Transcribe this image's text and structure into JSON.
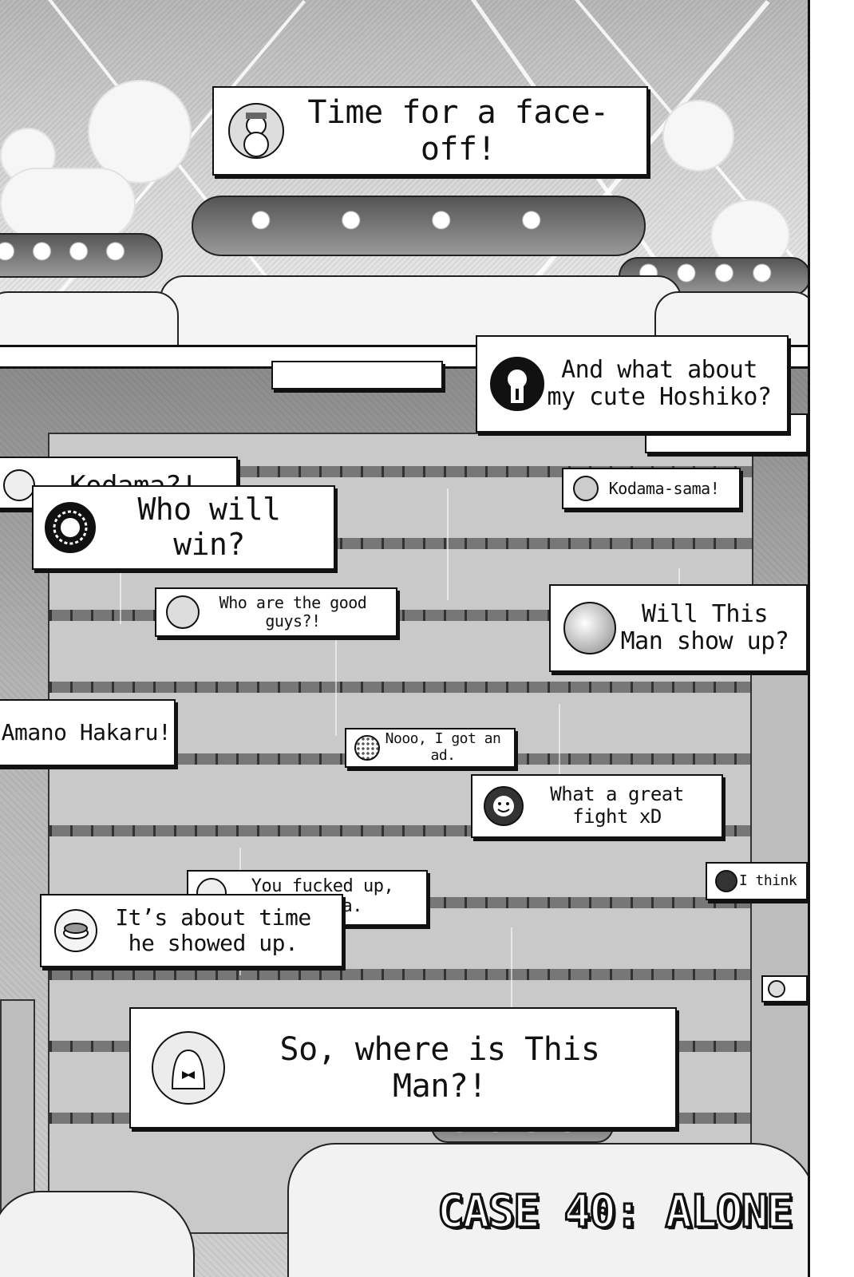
{
  "comments": {
    "face_off": "Time for a face-off!",
    "hoshiko": "And what about my cute Hoshiko?",
    "kodama_partial": "Kodama?!",
    "who_win": "Who will win?",
    "kodama_sama": "Kodama-sama!",
    "good_guys": "Who are the good guys?!",
    "this_man_show": "Will This Man show up?",
    "amano": "Amano Hakaru!",
    "ad": "Nooo, I got an ad.",
    "great_fight": "What a great fight xD",
    "fucked_up": "You fucked up,",
    "fucked_up_tail": "a.",
    "i_think": "I think",
    "about_time": "It’s about time he showed up.",
    "where_this_man": "So, where is This Man?!"
  },
  "chapter_title": "CASE 40: ALONE",
  "colors": {
    "ink": "#111111",
    "paper": "#ffffff"
  }
}
